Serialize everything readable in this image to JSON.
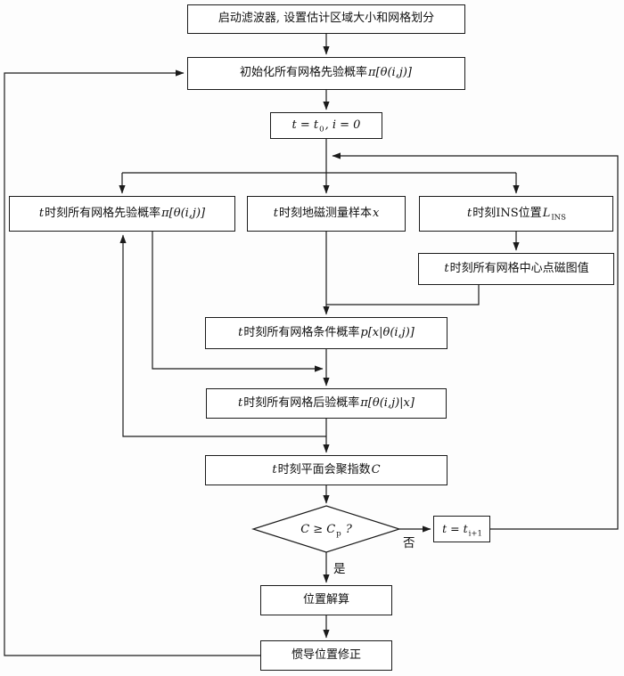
{
  "nodes": {
    "start": {
      "text": "启动滤波器, 设置估计区域大小和网格划分"
    },
    "init": {
      "text": "初始化所有网格先验概率",
      "math": "π[θ(i,j)]"
    },
    "t0": {
      "m1": "t = t",
      "sub": "0",
      "m2": ", i = 0"
    },
    "prior": {
      "t": "t",
      "text": "时刻所有网格先验概率",
      "math": "π[θ(i,j)]"
    },
    "sample": {
      "t": "t",
      "text": "时刻地磁测量样本",
      "math": "x"
    },
    "ins": {
      "t": "t",
      "text": "时刻INS位置",
      "math": "L",
      "sub": "INS"
    },
    "magmap": {
      "t": "t",
      "text": "时刻所有网格中心点磁图值"
    },
    "cond": {
      "t": "t",
      "text": "时刻所有网格条件概率",
      "math": "p[x|θ(i,j)]"
    },
    "post": {
      "t": "t",
      "text": "时刻所有网格后验概率",
      "math": "π[θ(i,j)|x]"
    },
    "conv": {
      "t": "t",
      "text": "时刻平面会聚指数",
      "math": "C"
    },
    "decision": {
      "m1": "C ≥ C",
      "sub": "p",
      "m2": " ?"
    },
    "tnext": {
      "m1": "t = t",
      "sub": "i+1"
    },
    "solve": {
      "text": "位置解算"
    },
    "correct": {
      "text": "惯导位置修正"
    }
  },
  "labels": {
    "yes": "是",
    "no": "否"
  },
  "style": {
    "line_color": "#1b1b1b",
    "box_background": "#ffffff"
  },
  "edges": [
    {
      "from": "start",
      "to": "init"
    },
    {
      "from": "init",
      "to": "t0"
    },
    {
      "from": "t0",
      "to": "prior"
    },
    {
      "from": "t0",
      "to": "sample"
    },
    {
      "from": "t0",
      "to": "ins"
    },
    {
      "from": "ins",
      "to": "magmap"
    },
    {
      "from": "sample",
      "to": "cond"
    },
    {
      "from": "magmap",
      "to": "cond"
    },
    {
      "from": "prior",
      "to": "post"
    },
    {
      "from": "cond",
      "to": "post"
    },
    {
      "from": "post",
      "to": "conv"
    },
    {
      "from": "post",
      "to": "prior",
      "note": "feedback"
    },
    {
      "from": "conv",
      "to": "decision"
    },
    {
      "from": "decision",
      "to": "tnext",
      "label": "否"
    },
    {
      "from": "tnext",
      "to": "t0-branch",
      "note": "feedback"
    },
    {
      "from": "decision",
      "to": "solve",
      "label": "是"
    },
    {
      "from": "solve",
      "to": "correct"
    },
    {
      "from": "correct",
      "to": "init",
      "note": "feedback"
    }
  ]
}
